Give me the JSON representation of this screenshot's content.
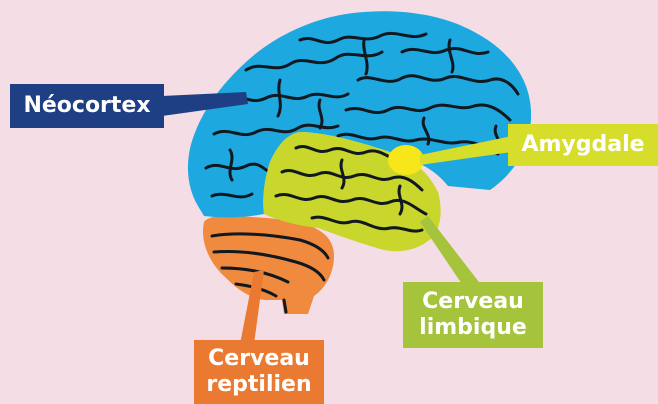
{
  "colors": {
    "background": "#f4dde4",
    "neocortex": "#1ea8e0",
    "limbic": "#c9d62b",
    "amygdala": "#f7e61a",
    "reptilian": "#ef8a3e",
    "neocortex_label": "#1f3f85",
    "amygdala_label": "#d7dd2b",
    "limbic_label": "#a5c43b",
    "reptilian_label": "#ea7a31",
    "fold_lines": "#101820"
  },
  "labels": {
    "neocortex": "Néocortex",
    "amygdala": "Amygdale",
    "limbic": "Cerveau\nlimbique",
    "reptilian": "Cerveau\nreptilien"
  }
}
